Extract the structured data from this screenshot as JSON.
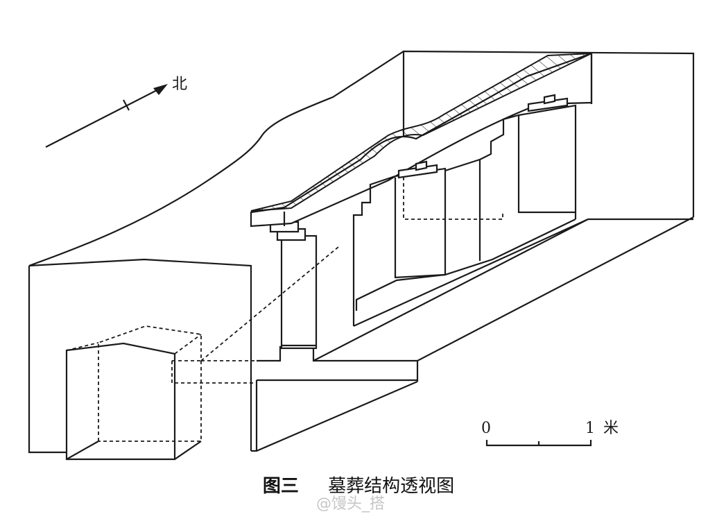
{
  "north_label": "北",
  "scale": {
    "zero_label": "0",
    "one_label": "1",
    "unit_label": "米"
  },
  "caption": {
    "figure_number": "图三",
    "title": "墓葬结构透视图"
  },
  "watermark": "@馒头_搭"
}
